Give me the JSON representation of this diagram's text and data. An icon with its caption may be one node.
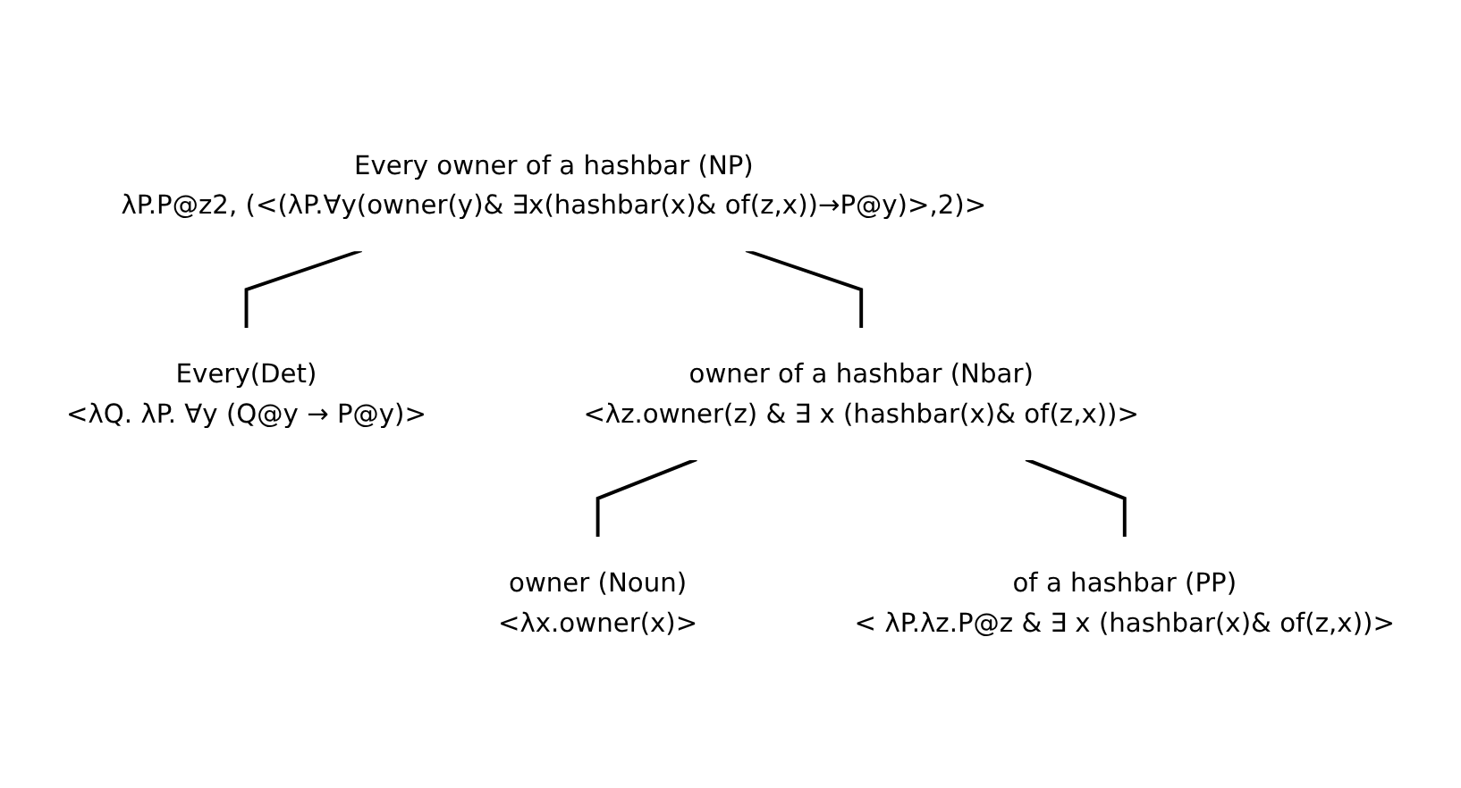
{
  "diagram": {
    "nodes": [
      {
        "text": [
          "Every owner of a hashbar (NP)",
          "λP.P@z2, (<(λP.∀y(owner(y)& ∃x(hashbar(x)& of(z,x))→P@y)>,2)>"
        ]
      },
      {
        "text": [
          "Every(Det)",
          "<λQ. λP. ∀y (Q@y → P@y)>"
        ]
      },
      {
        "text": [
          "owner of a hashbar (Nbar)",
          "<λz.owner(z) & ∃ x (hashbar(x)& of(z,x))>"
        ]
      },
      {
        "text": [
          "owner (Noun)",
          "<λx.owner(x)>"
        ]
      },
      {
        "text": [
          "of a hashbar (PP)",
          "< λP.λz.P@z & ∃ x (hashbar(x)& of(z,x))>"
        ]
      }
    ],
    "edges": [
      {
        "from": 0,
        "to": 1,
        "arrow": "none"
      },
      {
        "from": 0,
        "to": 2,
        "arrow": "none"
      },
      {
        "from": 2,
        "to": 3,
        "arrow": "none"
      },
      {
        "from": 2,
        "to": 4,
        "arrow": "none"
      }
    ]
  }
}
